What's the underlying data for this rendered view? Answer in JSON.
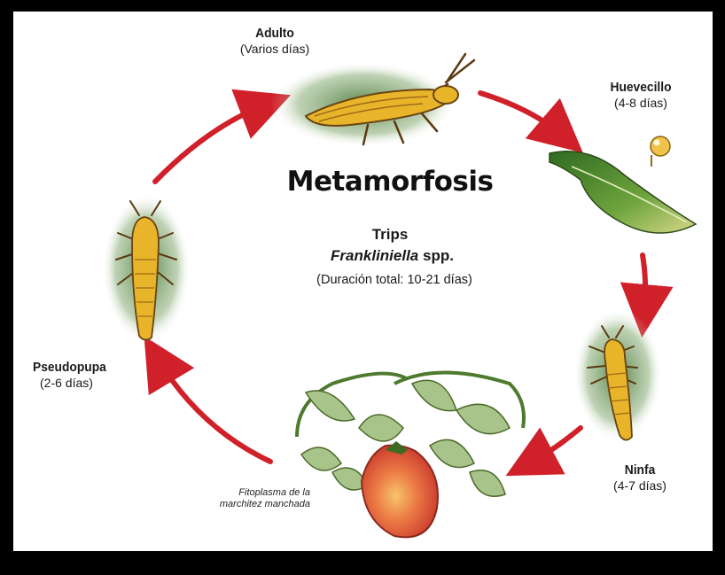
{
  "title": "Metamorfosis",
  "subtitle": {
    "common_name": "Trips",
    "genus": "Frankliniella",
    "species_suffix": "spp.",
    "duration": "(Duración total: 10-21 días)"
  },
  "stages": {
    "adult": {
      "name": "Adulto",
      "days": "(Varios días)"
    },
    "egg": {
      "name": "Huevecillo",
      "days": "(4-8 días)"
    },
    "nymph": {
      "name": "Ninfa",
      "days": "(4-7 días)"
    },
    "pupa": {
      "name": "Pseudopupa",
      "days": "(2-6 días)"
    }
  },
  "plant_note": {
    "line1": "Fitoplasma de la",
    "line2": "marchitez manchada"
  },
  "colors": {
    "arrow": "#d0202a",
    "insect": "#e8b52a",
    "leaf": "#4e8a2e",
    "tomato": "#e25a3a",
    "background": "#000000"
  },
  "icons": [
    "adult-thrips-icon",
    "leaf-egg-icon",
    "nymph-thrips-icon",
    "tomato-plant-icon",
    "pupa-thrips-icon"
  ]
}
